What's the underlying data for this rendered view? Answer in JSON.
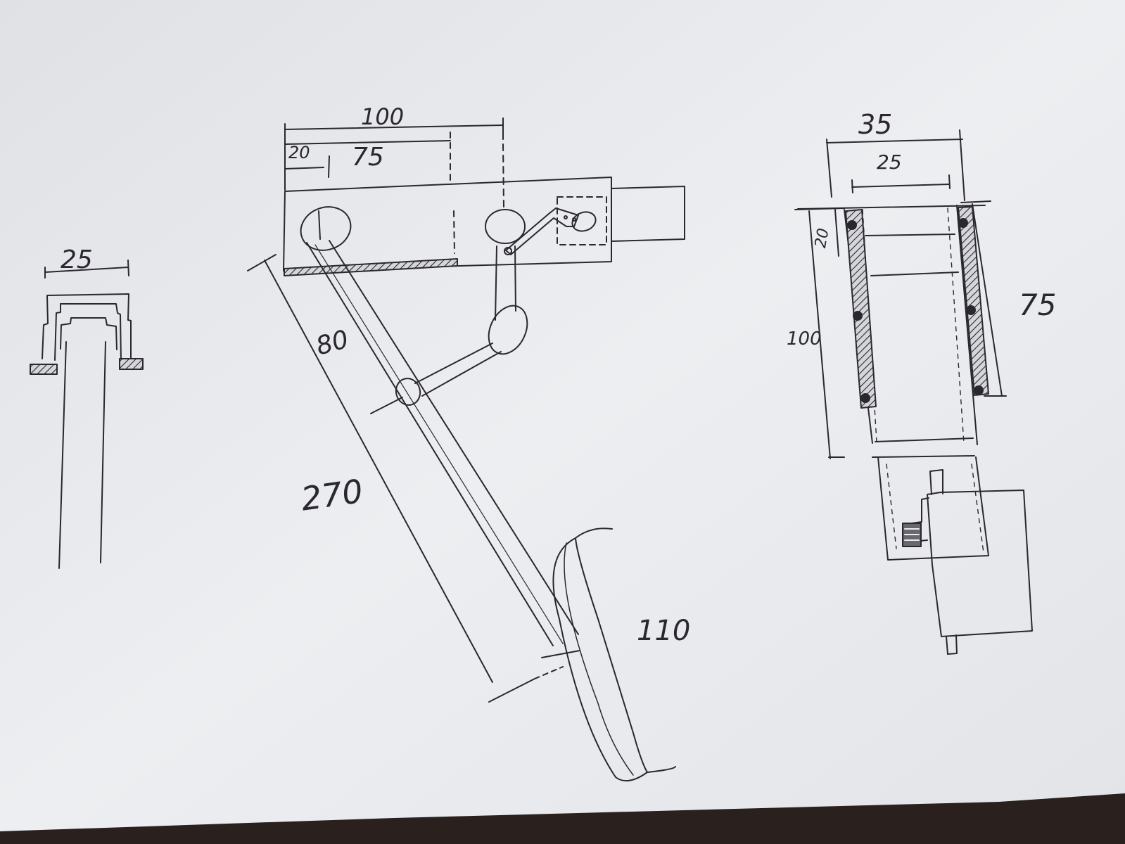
{
  "sheet": {
    "paper_color": "#e9ebee",
    "ink_color": "#2b2730",
    "table_color": "#2a211e"
  },
  "left_view": {
    "width_label": "25"
  },
  "middle_view": {
    "overall_width_label": "100",
    "inner_offset_label": "20",
    "inner_width_label": "75",
    "arm_partial_label": "80",
    "arm_length_label": "270",
    "wheel_label": "110"
  },
  "right_view": {
    "outer_width_label": "35",
    "inner_width_label": "25",
    "top_offset_label": "20",
    "height_label": "100",
    "slot_label": "75"
  }
}
